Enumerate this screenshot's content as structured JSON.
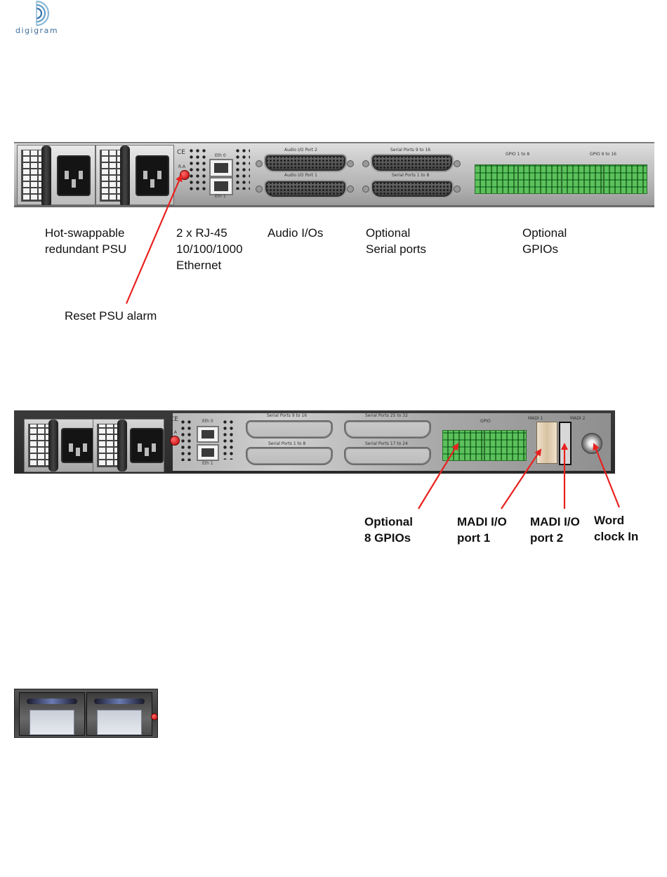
{
  "logo": {
    "text": "digigram"
  },
  "figure1": {
    "panel_labels": {
      "eth0": "Eth 0",
      "eth1": "Eth 1",
      "audio_port2": "Audio I/O  Port 2",
      "audio_port1": "Audio I/O  Port 1",
      "serial_9_16": "Serial Ports 9 to 16",
      "serial_1_8": "Serial Ports 1 to 8",
      "gpio_1_8": "GPIO  1 to 8",
      "gpio_9_16": "GPIO 9 to 16",
      "ce": "CE",
      "ra": "R.A"
    },
    "callouts": {
      "psu": "Hot-swappable\nredundant PSU",
      "ethernet": "2 x RJ-45\n10/100/1000\nEthernet",
      "audio": "Audio I/Os",
      "serial": "Optional\nSerial ports",
      "gpio": "Optional\nGPIOs",
      "reset": "Reset PSU alarm"
    }
  },
  "figure2": {
    "panel_labels": {
      "eth0": "Eth 0",
      "eth1": "Eth 1",
      "serial_9_16": "Serial Ports 9 to 16",
      "serial_25_32": "Serial Ports 25 to 32",
      "serial_1_8": "Serial Ports 1 to 8",
      "serial_17_24": "Serial Ports 17 to 24",
      "gpio": "GPIO",
      "madi1": "MADI 1",
      "madi2": "MADI 2",
      "ce": "CE",
      "ra": "R.A"
    },
    "callouts": {
      "gpio": "Optional\n8 GPIOs",
      "madi1": "MADI I/O\nport 1",
      "madi2": "MADI I/O\nport 2",
      "wordclock": "Word\nclock In"
    }
  },
  "colors": {
    "arrow": "#e8211f",
    "gpio_green": "#4fb44f",
    "logo_blue": "#3f6f9a"
  }
}
